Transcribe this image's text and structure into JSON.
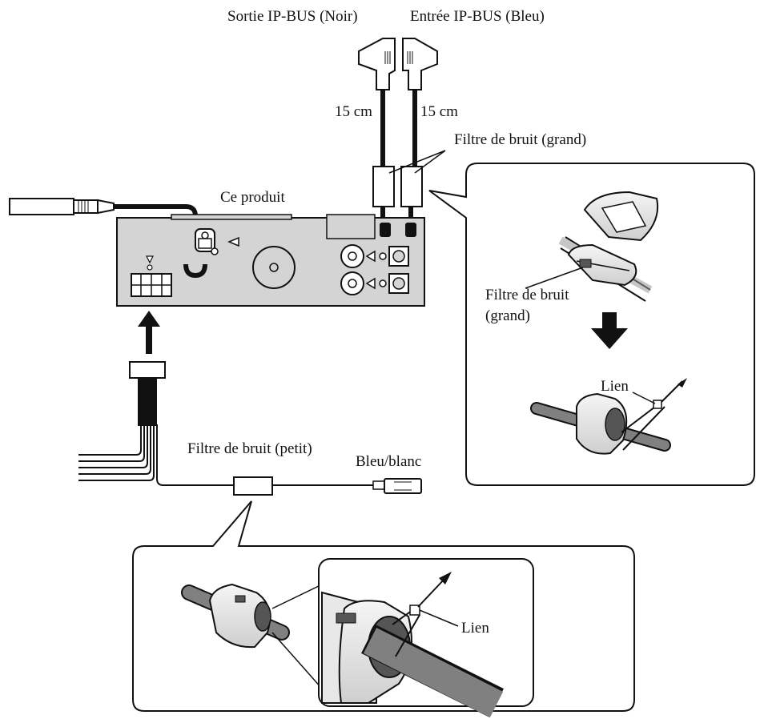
{
  "labels": {
    "sortie_ip_bus": "Sortie IP-BUS (Noir)",
    "entree_ip_bus": "Entrée IP-BUS (Bleu)",
    "length_left": "15 cm",
    "length_right": "15 cm",
    "filtre_grand": "Filtre de bruit (grand)",
    "ce_produit": "Ce produit",
    "filtre_grand_inset_line1": "Filtre de bruit",
    "filtre_grand_inset_line2": "(grand)",
    "lien_top": "Lien",
    "filtre_petit": "Filtre de bruit (petit)",
    "bleu_blanc": "Bleu/blanc",
    "lien_bottom": "Lien"
  },
  "colors": {
    "line": "#111111",
    "unit_fill": "#d4d4d4",
    "cable_gray": "#808080",
    "core_fill": "#555555",
    "panel_fill": "#ffffff"
  },
  "icons": [
    "down-arrow-icon",
    "up-arrow-icon"
  ]
}
